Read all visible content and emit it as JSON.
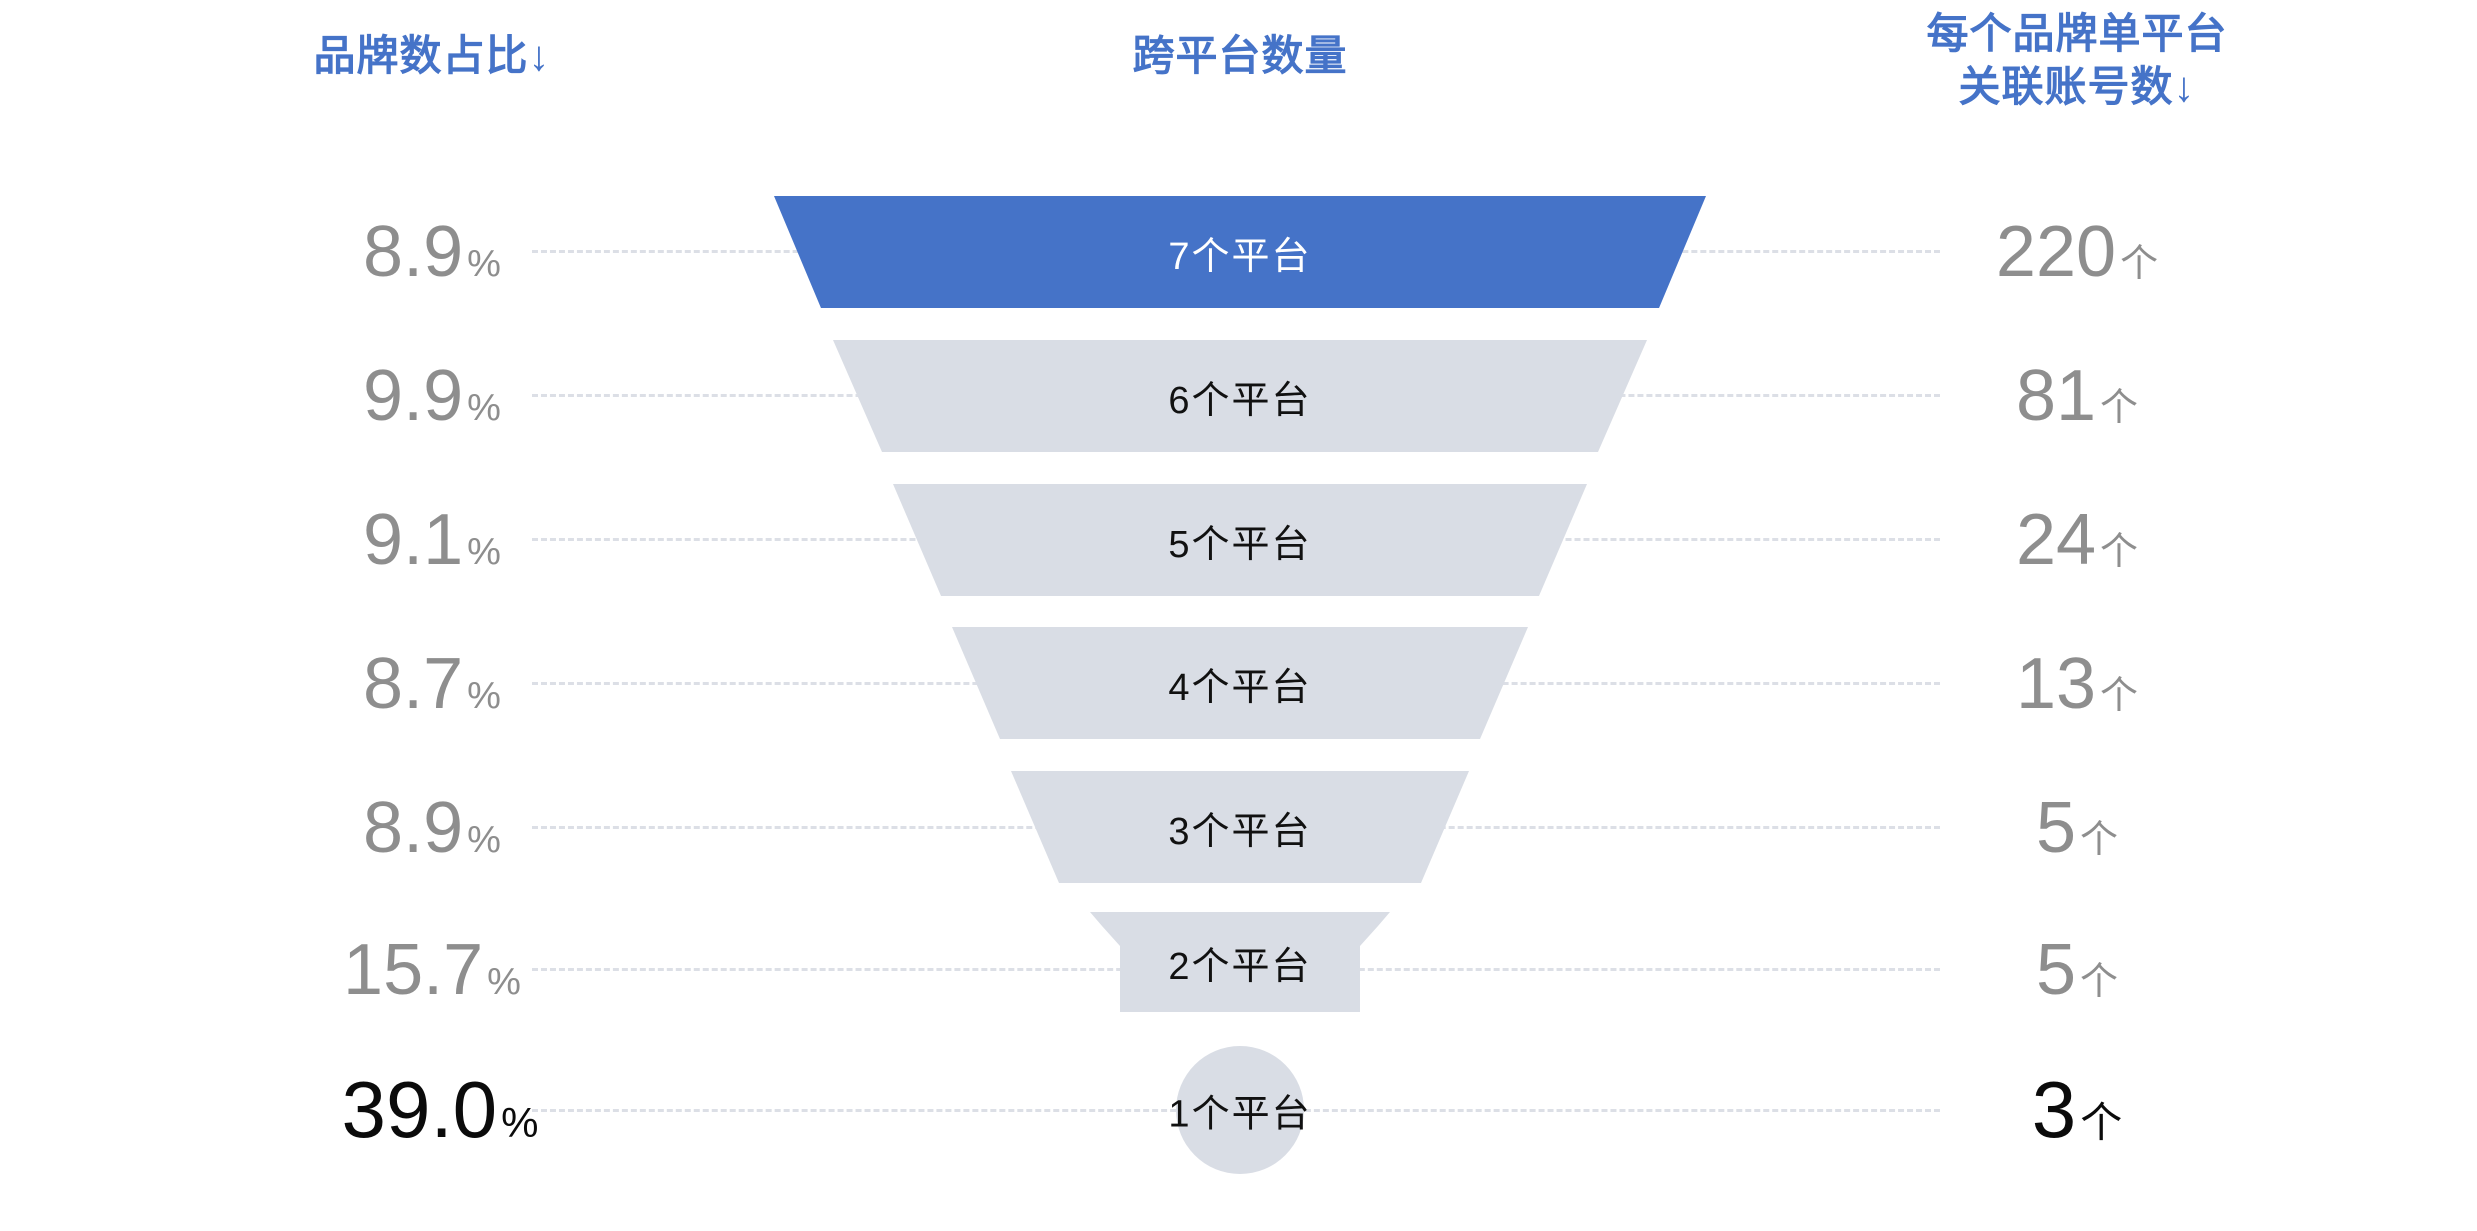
{
  "chart_data": {
    "type": "funnel",
    "headers": {
      "left": "品牌数占比↓",
      "middle": "跨平台数量",
      "right_line1": "每个品牌单平台",
      "right_line2": "关联账号数↓"
    },
    "percent_suffix": "%",
    "count_suffix": "个",
    "rows": [
      {
        "platforms": 7,
        "platform_label": "7个平台",
        "brand_share_pct": "8.9",
        "accounts_per_platform": "220",
        "highlight": true
      },
      {
        "platforms": 6,
        "platform_label": "6个平台",
        "brand_share_pct": "9.9",
        "accounts_per_platform": "81",
        "highlight": false
      },
      {
        "platforms": 5,
        "platform_label": "5个平台",
        "brand_share_pct": "9.1",
        "accounts_per_platform": "24",
        "highlight": false
      },
      {
        "platforms": 4,
        "platform_label": "4个平台",
        "brand_share_pct": "8.7",
        "accounts_per_platform": "13",
        "highlight": false
      },
      {
        "platforms": 3,
        "platform_label": "3个平台",
        "brand_share_pct": "8.9",
        "accounts_per_platform": "5",
        "highlight": false
      },
      {
        "platforms": 2,
        "platform_label": "2个平台",
        "brand_share_pct": "15.7",
        "accounts_per_platform": "5",
        "highlight": false
      },
      {
        "platforms": 1,
        "platform_label": "1个平台",
        "brand_share_pct": "39.0",
        "accounts_per_platform": "3",
        "highlight": false
      }
    ],
    "colors": {
      "accent_blue": "#4573C8",
      "segment_gray": "#D9DDE5",
      "value_gray": "#8E8E8E",
      "value_black": "#0B0B0B",
      "dash_gray": "#DCDFE6"
    },
    "layout_hints": {
      "legend": "none",
      "grid": "dashed horizontal connectors per funnel level",
      "emphasized_bottom_row": true
    }
  }
}
